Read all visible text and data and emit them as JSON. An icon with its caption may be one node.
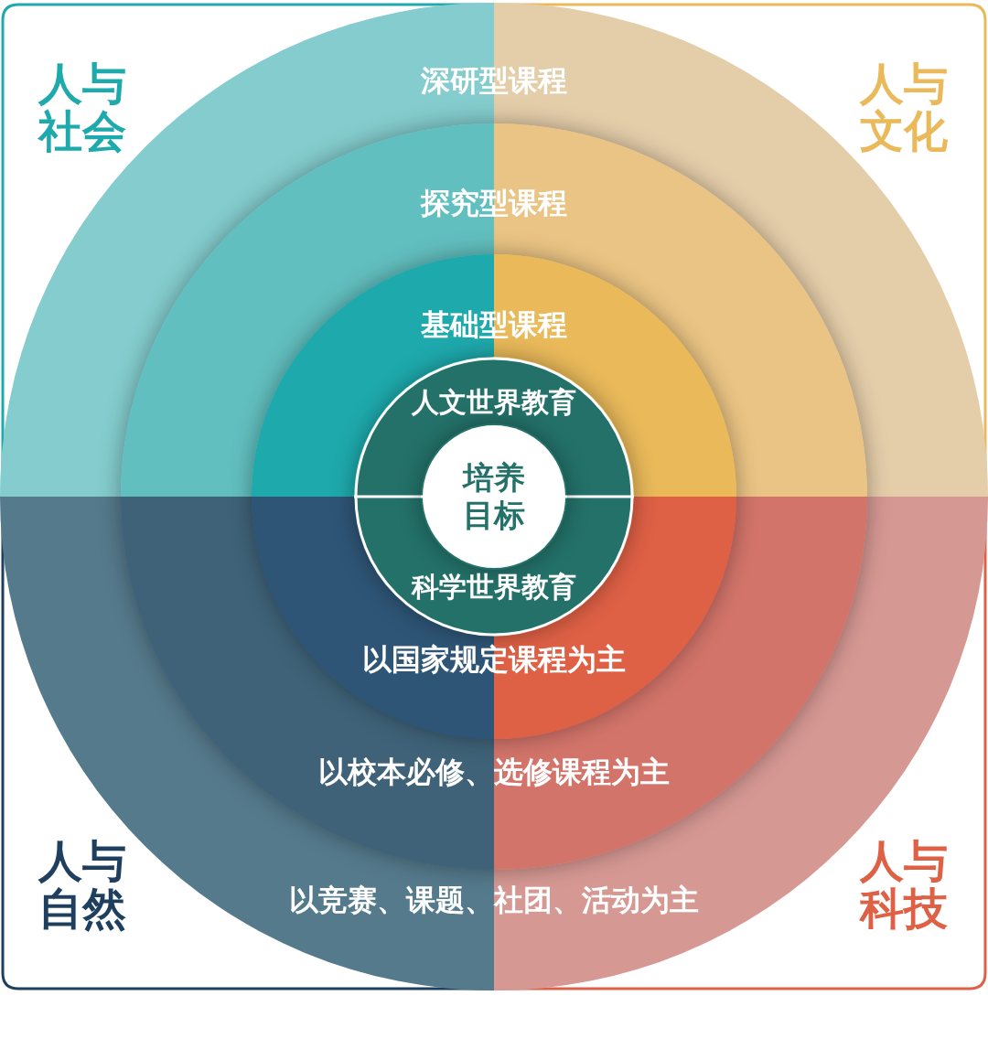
{
  "diagram": {
    "nodes": [
      {
        "text": [
          "深研型课程",
          "以竞赛、课题、社团、活动为主"
        ]
      },
      {
        "text": [
          "探究型课程",
          "以校本必修、选修课程为主"
        ],
        "in": 0
      },
      {
        "text": [
          "基础型课程",
          "以国家规定课程为主"
        ],
        "in": 1
      },
      {
        "text": [
          "人文世界教育",
          "科学世界教育"
        ],
        "in": 2
      },
      {
        "text": [
          "培养目标"
        ],
        "in": 3
      }
    ],
    "labels": [
      "人与社会",
      "人与文化",
      "人与自然",
      "人与科技"
    ]
  }
}
